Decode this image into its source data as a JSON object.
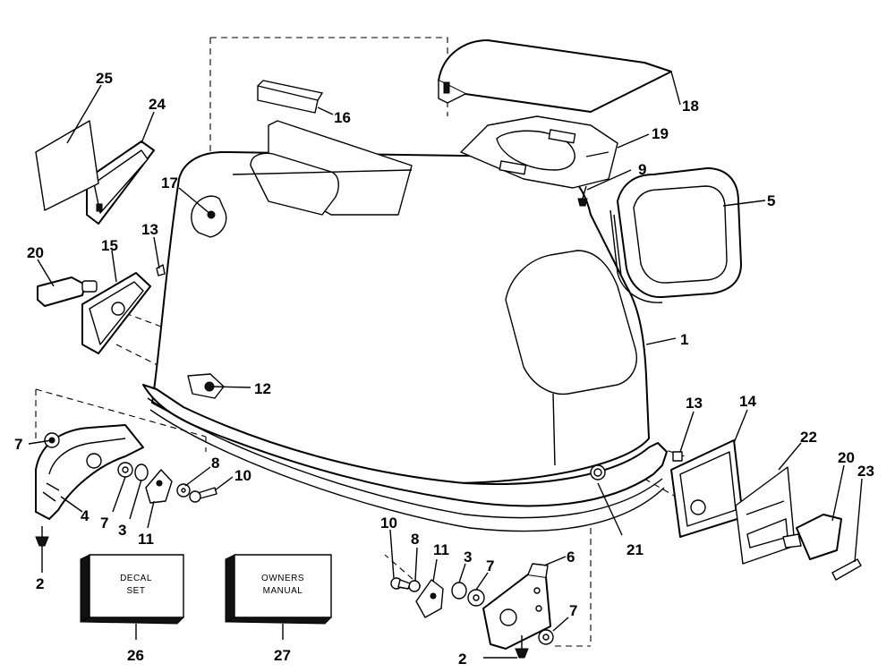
{
  "callouts": {
    "c1": "1",
    "c2a": "2",
    "c2b": "2",
    "c3a": "3",
    "c3b": "3",
    "c4": "4",
    "c5": "5",
    "c6": "6",
    "c7a": "7",
    "c7b": "7",
    "c7c": "7",
    "c7d": "7",
    "c8a": "8",
    "c8b": "8",
    "c9": "9",
    "c10a": "10",
    "c10b": "10",
    "c11a": "11",
    "c11b": "11",
    "c12": "12",
    "c13a": "13",
    "c13b": "13",
    "c14": "14",
    "c15": "15",
    "c16": "16",
    "c17": "17",
    "c18": "18",
    "c19": "19",
    "c20a": "20",
    "c20b": "20",
    "c21": "21",
    "c22": "22",
    "c23": "23",
    "c24": "24",
    "c25": "25",
    "c26": "26",
    "c27": "27"
  },
  "boxes": {
    "decal_line1": "DECAL",
    "decal_line2": "SET",
    "manual_line1": "OWNERS",
    "manual_line2": "MANUAL"
  }
}
